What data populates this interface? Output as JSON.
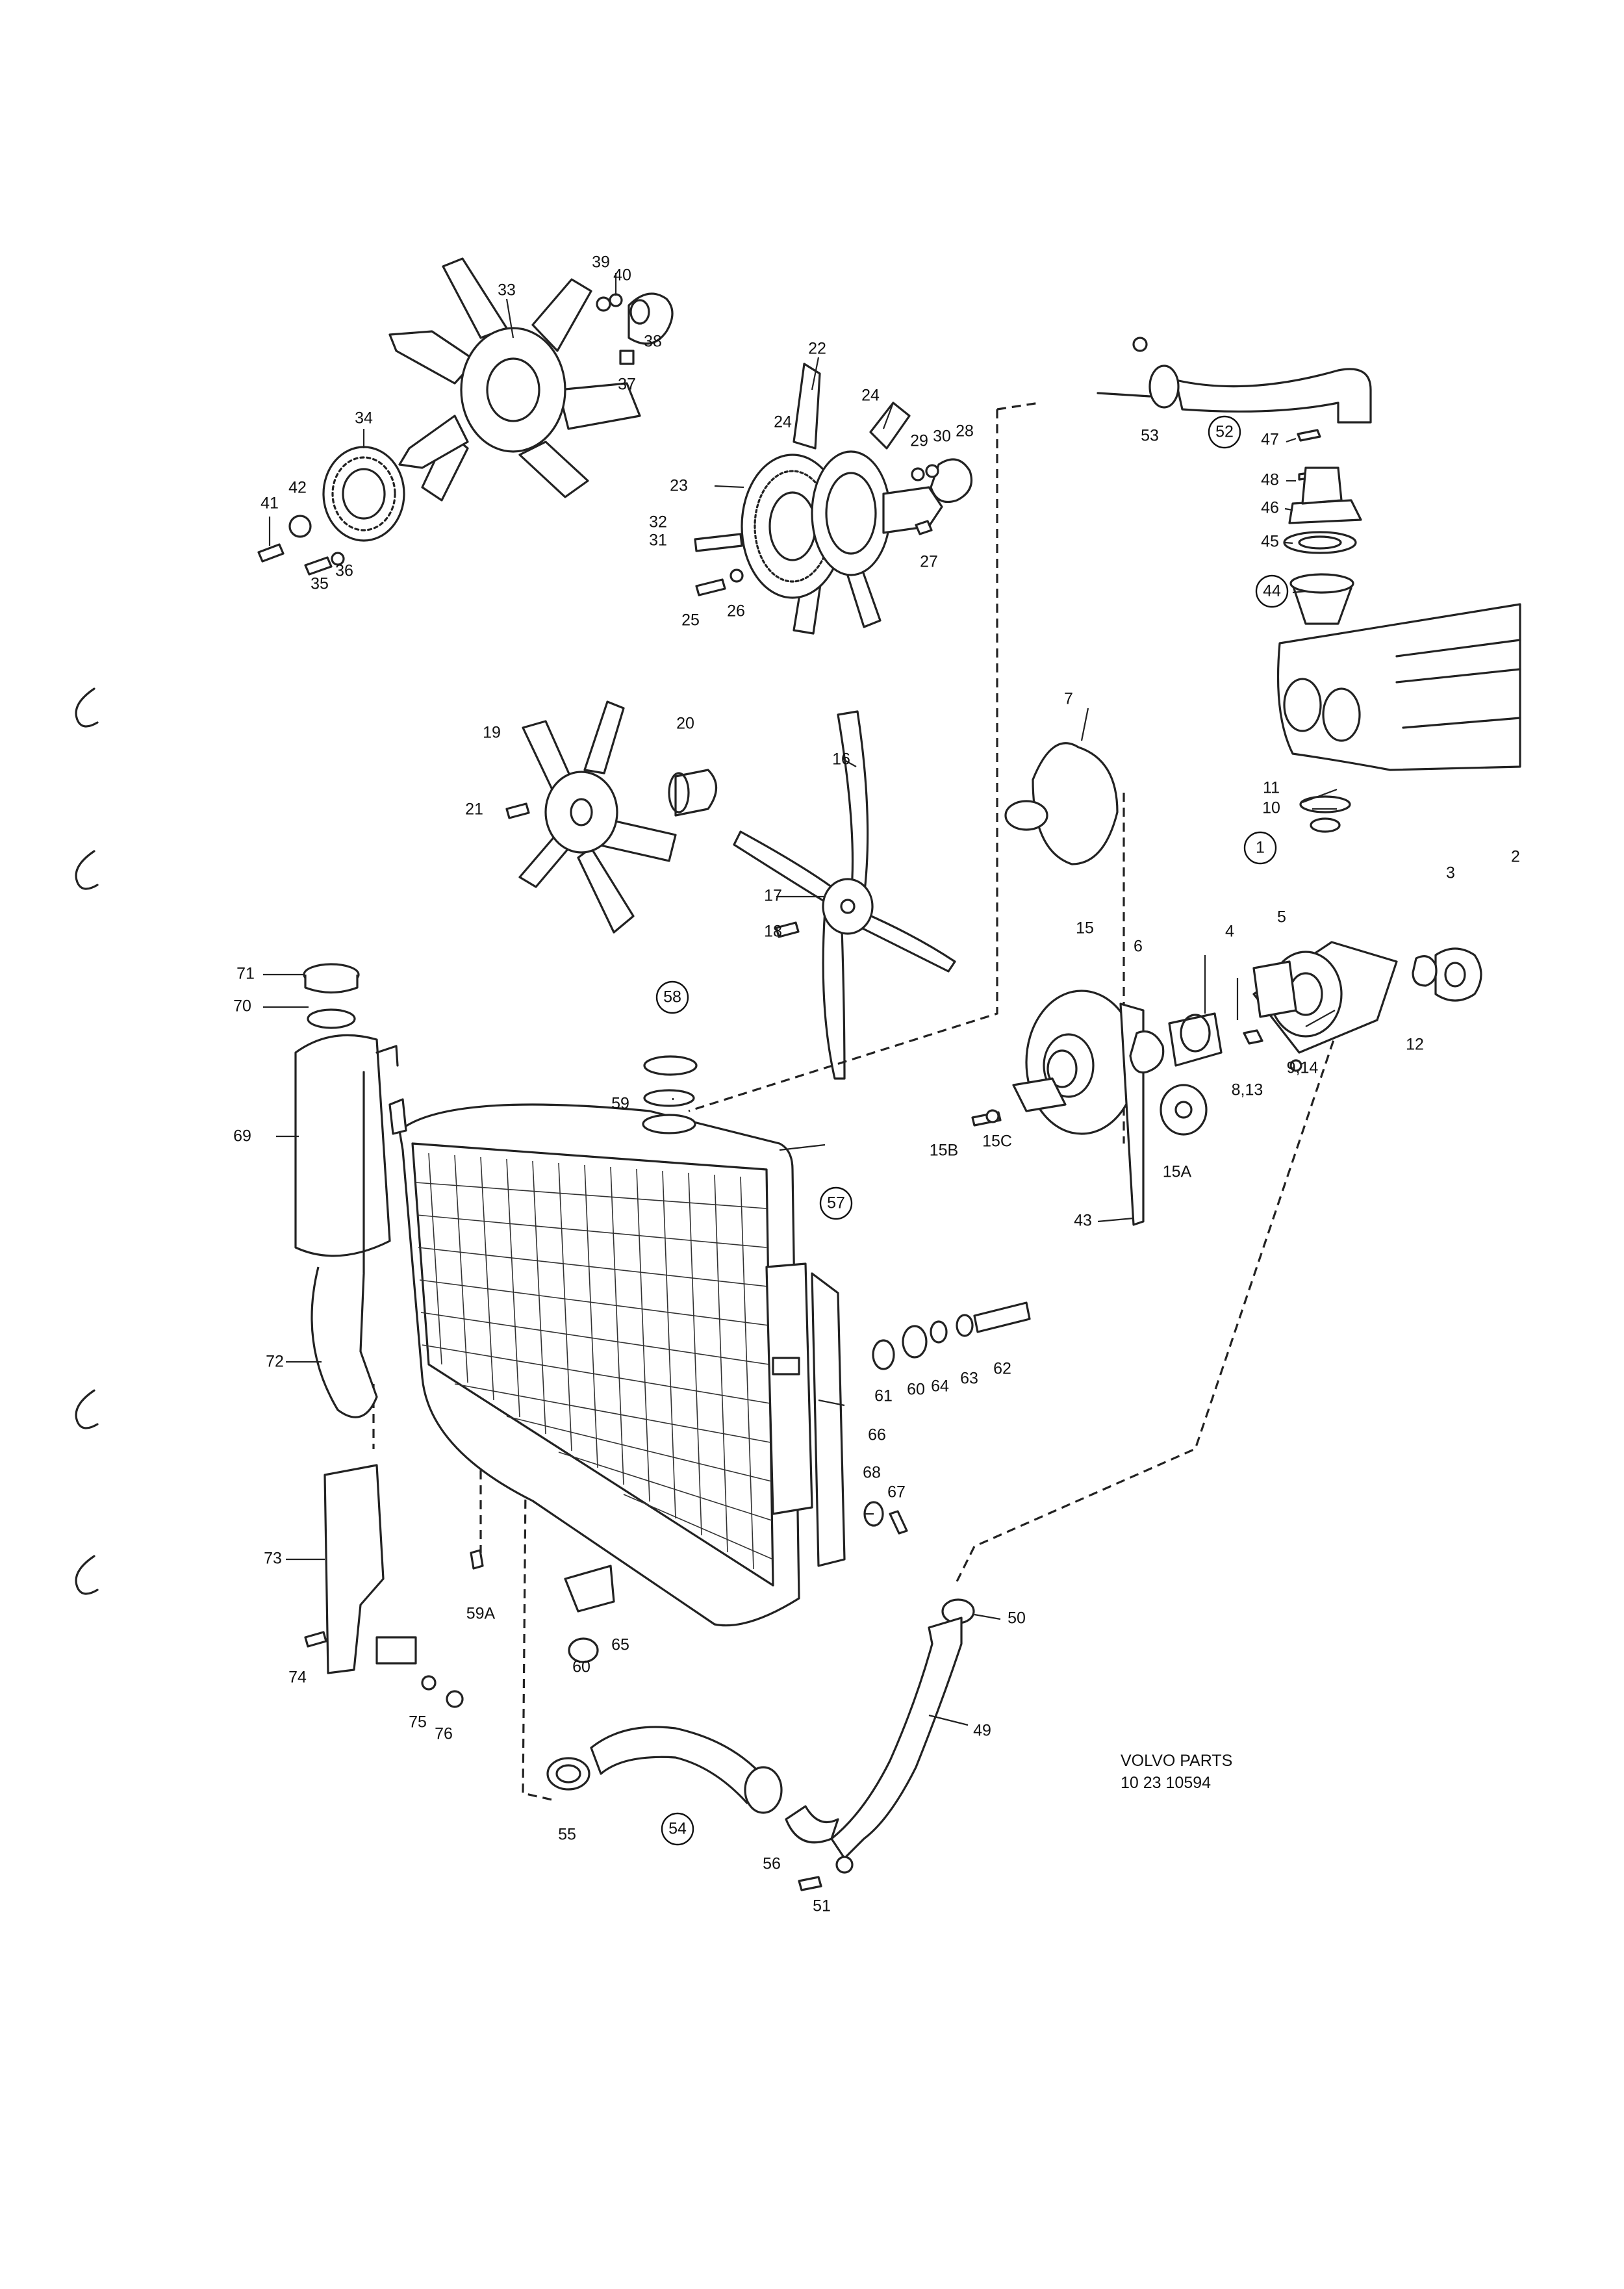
{
  "footer": {
    "line1": "VOLVO  PARTS",
    "line2": "10 23   10594"
  },
  "callouts": {
    "c1": "1",
    "c2": "2",
    "c3": "3",
    "c4": "4",
    "c5": "5",
    "c6": "6",
    "c7": "7",
    "c8_13": "8,13",
    "c9_14": "9,14",
    "c10": "10",
    "c11": "11",
    "c12": "12",
    "c15": "15",
    "c15A": "15A",
    "c15B": "15B",
    "c15C": "15C",
    "c16": "16",
    "c17": "17",
    "c18": "18",
    "c19": "19",
    "c20": "20",
    "c21": "21",
    "c22": "22",
    "c23": "23",
    "c24a": "24",
    "c24b": "24",
    "c25": "25",
    "c26": "26",
    "c27": "27",
    "c28": "28",
    "c29": "29",
    "c30": "30",
    "c31": "31",
    "c32": "32",
    "c33": "33",
    "c34": "34",
    "c35": "35",
    "c36": "36",
    "c37": "37",
    "c38": "38",
    "c39": "39",
    "c40": "40",
    "c41": "41",
    "c42": "42",
    "c43": "43",
    "c44": "44",
    "c45": "45",
    "c46": "46",
    "c47": "47",
    "c48": "48",
    "c49": "49",
    "c50": "50",
    "c51": "51",
    "c52": "52",
    "c53": "53",
    "c54": "54",
    "c55": "55",
    "c56": "56",
    "c57": "57",
    "c58": "58",
    "c59": "59",
    "c59A": "59A",
    "c60a": "60",
    "c60b": "60",
    "c61": "61",
    "c62": "62",
    "c63": "63",
    "c64": "64",
    "c65": "65",
    "c66": "66",
    "c67": "67",
    "c68": "68",
    "c69": "69",
    "c70": "70",
    "c71": "71",
    "c72": "72",
    "c73": "73",
    "c74": "74",
    "c75": "75",
    "c76": "76"
  }
}
